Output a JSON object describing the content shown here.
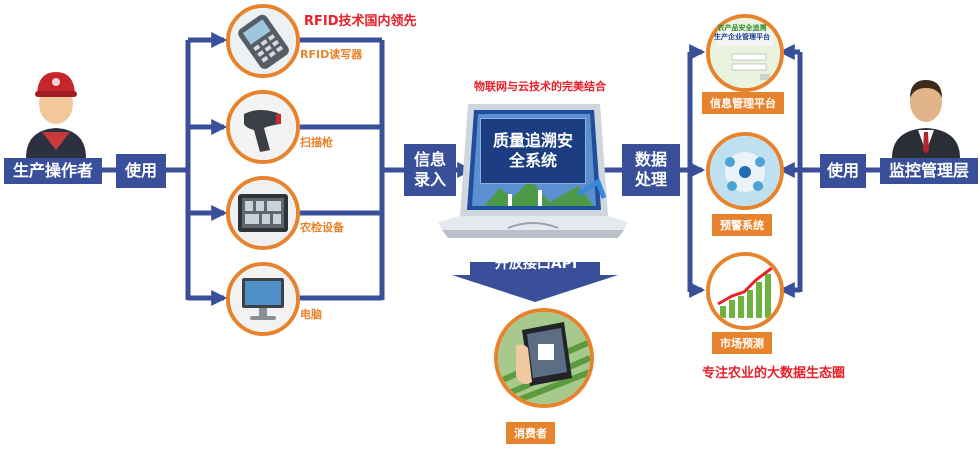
{
  "left_actor": {
    "label": "生产操作者"
  },
  "left_use": {
    "label": "使用"
  },
  "devices": {
    "headline": "RFID技术国内领先",
    "items": [
      {
        "label": "RFID读写器",
        "icon": "rfid-reader-icon"
      },
      {
        "label": "扫描枪",
        "icon": "barcode-scanner-icon"
      },
      {
        "label": "农检设备",
        "icon": "inspection-kit-icon"
      },
      {
        "label": "电脑",
        "icon": "computer-icon"
      }
    ]
  },
  "info_entry": {
    "label": "信息录入"
  },
  "center": {
    "headline": "物联网与云技术的完美结合",
    "screen_title": "质量追溯安全系统"
  },
  "open_api": {
    "label": "开放接口API"
  },
  "consumer": {
    "label": "消费者"
  },
  "data_processing": {
    "label": "数据处理"
  },
  "platforms": {
    "items": [
      {
        "label": "信息管理平台",
        "icon": "info-platform-icon"
      },
      {
        "label": "预警系统",
        "icon": "warning-system-icon"
      },
      {
        "label": "市场预测",
        "icon": "market-forecast-icon"
      }
    ],
    "headline": "专注农业的大数据生态圈",
    "screenshot": {
      "title_line1": "农产品安全追溯",
      "title_line2": "生产企业管理平台"
    }
  },
  "right_use": {
    "label": "使用"
  },
  "right_actor": {
    "label": "监控管理层"
  },
  "colors": {
    "accent": "#e8832d",
    "brand_blue": "#3a4f9a",
    "headline_red": "#e8202a"
  }
}
